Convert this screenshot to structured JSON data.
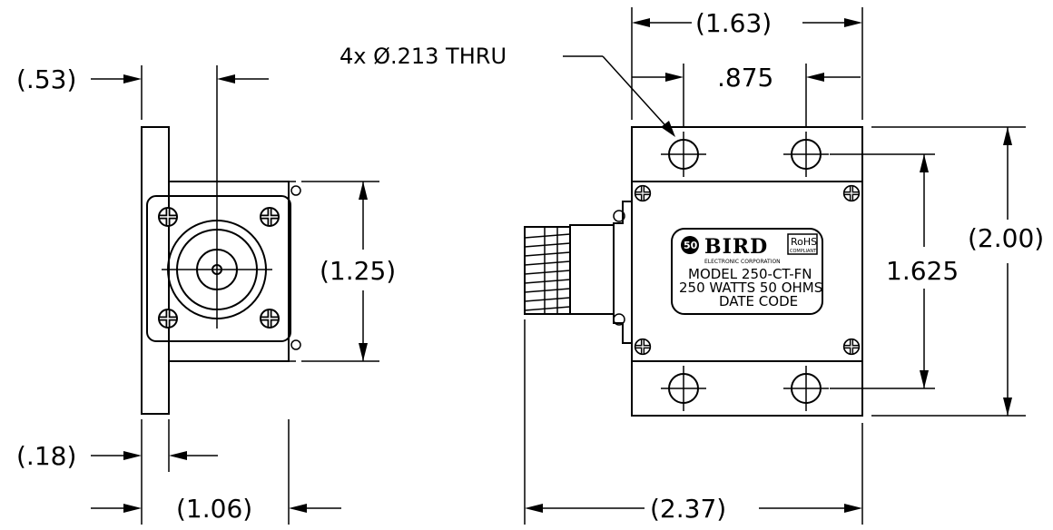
{
  "dimensions": {
    "left_flange_offset": "(.53)",
    "left_height": "(1.25)",
    "left_flange_thickness": "(.18)",
    "left_width": "(1.06)",
    "right_overall_width": "(1.63)",
    "right_hole_spacing_x": ".875",
    "hole_callout": "4x Ø.213 THRU",
    "right_hole_spacing_y": "1.625",
    "right_overall_height": "(2.00)",
    "right_overall_length": "(2.37)"
  },
  "label": {
    "logo": "BIRD",
    "company": "ELECTRONIC CORPORATION",
    "rohs": "RoHS",
    "rohs_sub": "COMPLIANT",
    "badge": "50",
    "model": "MODEL 250-CT-FN",
    "rating": "250 WATTS  50 OHMS",
    "date_code": "DATE CODE"
  }
}
